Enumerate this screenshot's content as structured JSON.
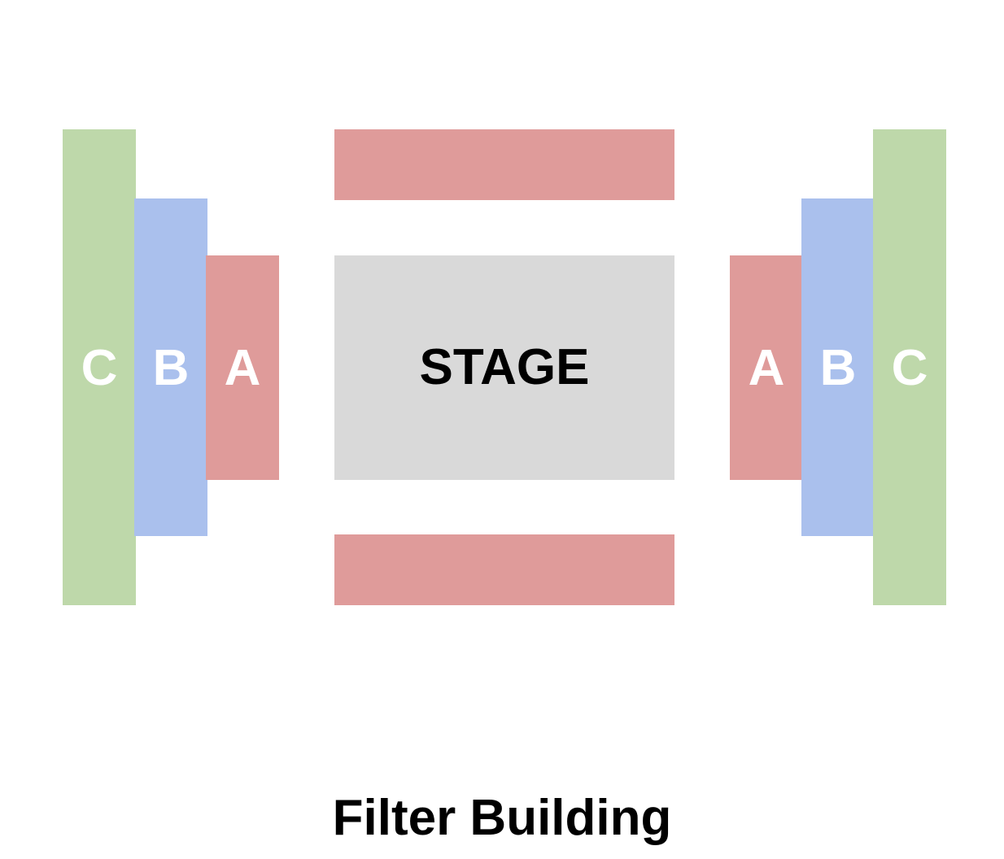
{
  "colors": {
    "section_a": "#df9b9a",
    "section_b": "#aac0ed",
    "section_c": "#bed8aa",
    "stage": "#d9d9d9",
    "label_light": "#ffffff",
    "label_dark": "#000000"
  },
  "sections": {
    "left": {
      "a": "A",
      "b": "B",
      "c": "C"
    },
    "right": {
      "a": "A",
      "b": "B",
      "c": "C"
    }
  },
  "stage": {
    "label": "STAGE"
  },
  "venue": {
    "title": "Filter Building"
  }
}
